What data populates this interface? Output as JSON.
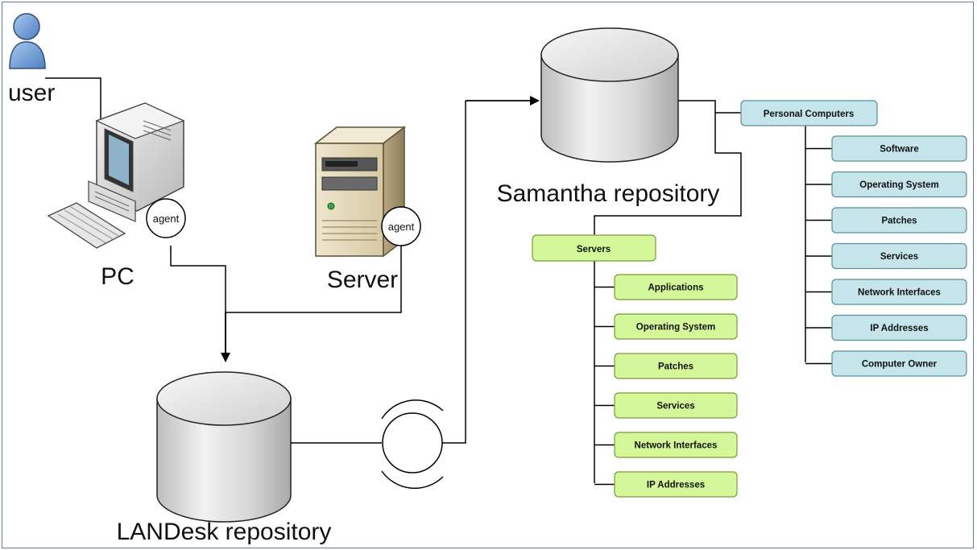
{
  "labels": {
    "user": "user",
    "pc": "PC",
    "server": "Server",
    "agent_pc": "agent",
    "agent_server": "agent",
    "samantha": "Samantha repository",
    "landesk": "LANDesk repository"
  },
  "servers": {
    "title": "Servers",
    "items": [
      "Applications",
      "Operating System",
      "Patches",
      "Services",
      "Network Interfaces",
      "IP Addresses"
    ]
  },
  "personal_computers": {
    "title": "Personal Computers",
    "items": [
      "Software",
      "Operating System",
      "Patches",
      "Services",
      "Network Interfaces",
      "IP Addresses",
      "Computer Owner"
    ]
  },
  "colors": {
    "green_node": "#d4f79a",
    "blue_node": "#c5e5ea",
    "node_border_green": "#7a9a3a",
    "node_border_blue": "#5a8f99",
    "cylinder": "#d9d9d9",
    "frame": "#5b7fa8"
  }
}
